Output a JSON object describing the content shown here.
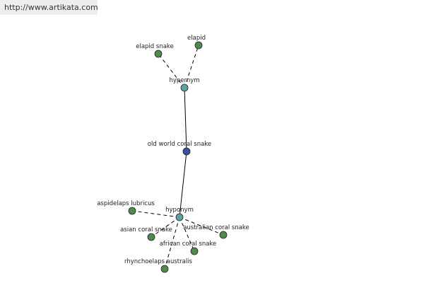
{
  "watermark": "http://www.artikata.com",
  "colors": {
    "leaf": "#4e8a4e",
    "hub": "#5aa3a0",
    "center": "#3a4fa0",
    "edge": "#000000"
  },
  "nodes": [
    {
      "id": "center",
      "label": "old world coral snake",
      "kind": "center"
    },
    {
      "id": "hypernym",
      "label": "hypernym",
      "kind": "hub"
    },
    {
      "id": "hyponym",
      "label": "hyponym",
      "kind": "hub"
    },
    {
      "id": "elapid-snake",
      "label": "elapid snake",
      "kind": "leaf"
    },
    {
      "id": "elapid",
      "label": "elapid",
      "kind": "leaf"
    },
    {
      "id": "aspidelaps-lubricus",
      "label": "aspidelaps lubricus",
      "kind": "leaf"
    },
    {
      "id": "asian-coral-snake",
      "label": "asian coral snake",
      "kind": "leaf"
    },
    {
      "id": "australian-coral-snake",
      "label": "australian coral snake",
      "kind": "leaf"
    },
    {
      "id": "african-coral-snake",
      "label": "african coral snake",
      "kind": "leaf"
    },
    {
      "id": "rhynchoelaps-australis",
      "label": "rhynchoelaps australis",
      "kind": "leaf"
    }
  ],
  "edges": [
    {
      "from": "center",
      "to": "hypernym",
      "style": "solid"
    },
    {
      "from": "center",
      "to": "hyponym",
      "style": "solid"
    },
    {
      "from": "hypernym",
      "to": "elapid-snake",
      "style": "dashed"
    },
    {
      "from": "hypernym",
      "to": "elapid",
      "style": "dashed"
    },
    {
      "from": "hyponym",
      "to": "aspidelaps-lubricus",
      "style": "dashed"
    },
    {
      "from": "hyponym",
      "to": "asian-coral-snake",
      "style": "dashed"
    },
    {
      "from": "hyponym",
      "to": "australian-coral-snake",
      "style": "dashed"
    },
    {
      "from": "hyponym",
      "to": "african-coral-snake",
      "style": "dashed"
    },
    {
      "from": "hyponym",
      "to": "rhynchoelaps-australis",
      "style": "dashed"
    }
  ]
}
